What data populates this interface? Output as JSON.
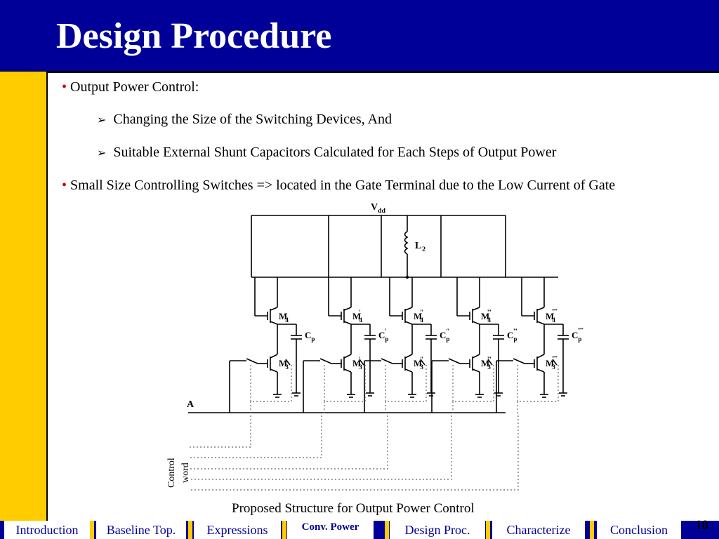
{
  "slide": {
    "title": "Design Procedure",
    "bullets": [
      {
        "text": "Output Power Control:",
        "subs": [
          "Changing the Size of the Switching Devices, And",
          "Suitable External Shunt Capacitors Calculated for Each Steps of Output Power"
        ]
      },
      {
        "text": "Small Size Controlling Switches => located in the Gate Terminal due to the Low Current of Gate",
        "subs": []
      }
    ],
    "caption": "Proposed Structure for Output Power Control",
    "page_number": "10"
  },
  "diagram": {
    "vdd_label": "V",
    "vdd_sub": "dd",
    "inductor_label": "L",
    "inductor_sub": "2",
    "input_label": "A",
    "control_label_1": "Control",
    "control_label_2": "word",
    "m_upper_label": "M",
    "m_upper_sub": "4",
    "m_lower_label": "M",
    "m_lower_sub": "3",
    "cap_label": "C",
    "cap_sub": "p",
    "stage_primes": [
      "",
      "′",
      "″",
      "‴",
      "⁗"
    ]
  },
  "nav": {
    "items": [
      "Introduction",
      "Baseline Top.",
      "Expressions",
      "Conv. Power",
      "Design Proc.",
      "Characterize",
      "Conclusion"
    ],
    "active_index": 3
  },
  "colors": {
    "header_bg": "#000099",
    "sidebar_bg": "#FFCC00",
    "bullet_dot": "#CC0000",
    "nav_text": "#000099"
  }
}
